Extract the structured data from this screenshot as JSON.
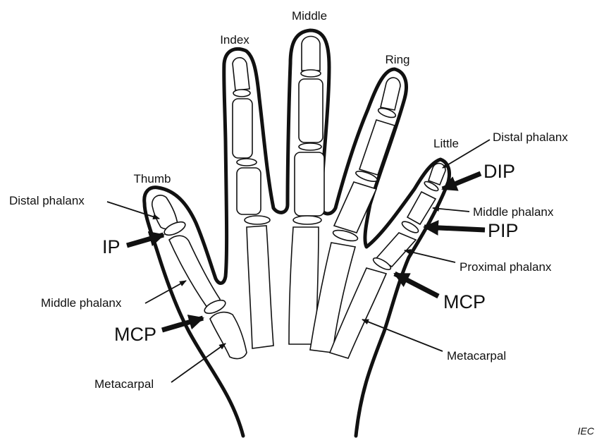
{
  "fingers": {
    "thumb": "Thumb",
    "index": "Index",
    "middle": "Middle",
    "ring": "Ring",
    "little": "Little"
  },
  "left_labels": {
    "distal_phalanx": "Distal phalanx",
    "ip": "IP",
    "middle_phalanx": "Middle phalanx",
    "mcp": "MCP",
    "metacarpal": "Metacarpal"
  },
  "right_labels": {
    "distal_phalanx": "Distal phalanx",
    "dip": "DIP",
    "middle_phalanx": "Middle phalanx",
    "pip": "PIP",
    "proximal_phalanx": "Proximal phalanx",
    "mcp": "MCP",
    "metacarpal": "Metacarpal"
  },
  "credit": "IEC"
}
